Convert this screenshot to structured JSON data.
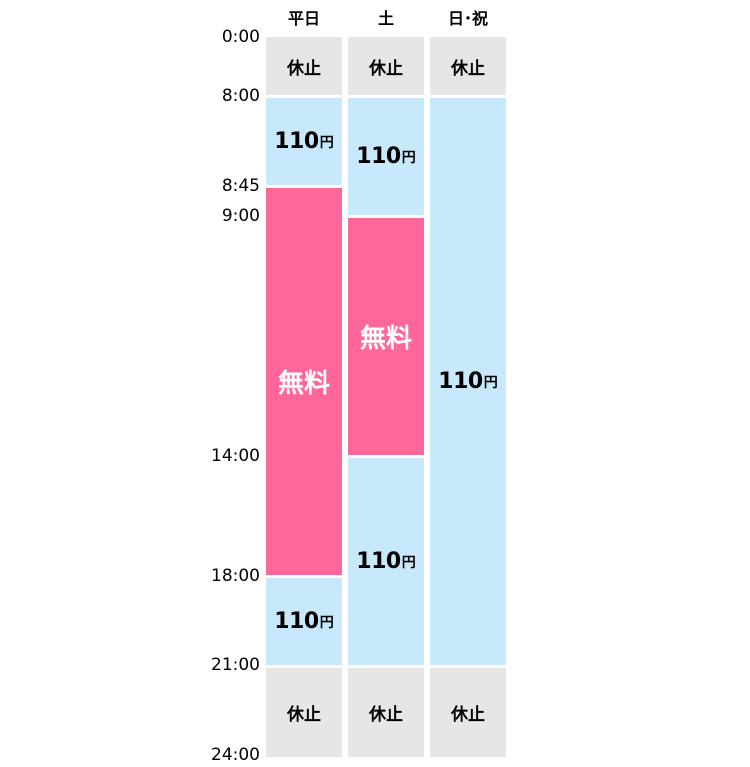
{
  "columns": [
    {
      "label": "平日"
    },
    {
      "label": "土"
    },
    {
      "label": "日･祝"
    }
  ],
  "times": [
    "0:00",
    "8:00",
    "8:45",
    "9:00",
    "14:00",
    "18:00",
    "21:00",
    "24:00"
  ],
  "blocks": {
    "weekday_closed_morning": "休止",
    "weekday_fare_morning": {
      "amount": "110",
      "unit": "円"
    },
    "weekday_free": "無料",
    "weekday_fare_evening": {
      "amount": "110",
      "unit": "円"
    },
    "weekday_closed_night": "休止",
    "saturday_closed_morning": "休止",
    "saturday_fare_morning": {
      "amount": "110",
      "unit": "円"
    },
    "saturday_free": "無料",
    "saturday_fare_afternoon": {
      "amount": "110",
      "unit": "円"
    },
    "saturday_closed_night": "休止",
    "holiday_closed_morning": "休止",
    "holiday_fare_day": {
      "amount": "110",
      "unit": "円"
    },
    "holiday_closed_night": "休止"
  },
  "colors": {
    "closed": "#e6e6e6",
    "fare": "#c8e8fb",
    "free": "#ff6699"
  }
}
